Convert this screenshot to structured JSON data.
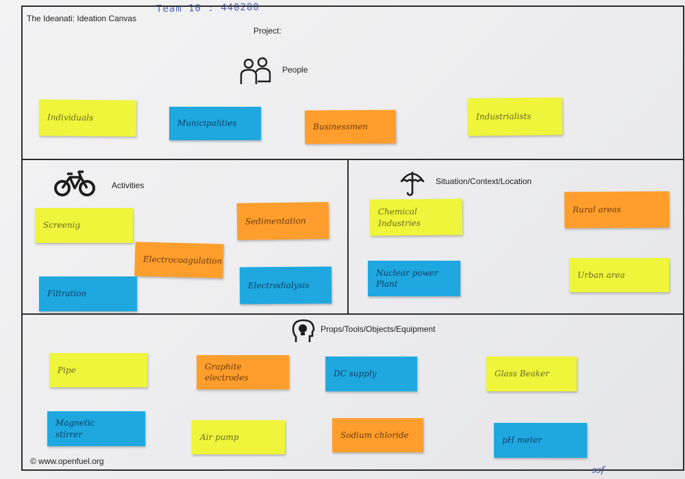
{
  "team_note": "Team 10 : 440280",
  "canvas_title": "The Ideanati: Ideation Canvas",
  "project_label": "Project:",
  "footer": "© www.openfuel.org",
  "signature": "ssf",
  "colors": {
    "yellow": "#eef53a",
    "blue": "#1fa8df",
    "orange": "#ff9e2c"
  },
  "sections": {
    "people": {
      "title": "People",
      "icon": "people-icon",
      "notes": [
        "Individuals",
        "Municipalities",
        "Businessmen",
        "Industrialists"
      ]
    },
    "activities": {
      "title": "Activities",
      "icon": "bicycle-icon",
      "notes": [
        "Screenig",
        "Sedimentation",
        "Electrocoagulation",
        "Filtration",
        "Electrodialysis"
      ]
    },
    "situation": {
      "title": "Situation/Context/Location",
      "icon": "umbrella-icon",
      "notes": [
        "Chemical\nIndustries",
        "Rural areas",
        "Nuclear power\nPlant",
        "Urban area"
      ]
    },
    "props": {
      "title": "Props/Tools/Objects/Equipment",
      "icon": "lightbulb-head-icon",
      "notes": [
        "Pipe",
        "Graphite\nelectrodes",
        "DC supply",
        "Glass Beaker",
        "Magnetic\nstirrer",
        "Air pump",
        "Sodium chloride",
        "pH meter"
      ]
    }
  }
}
